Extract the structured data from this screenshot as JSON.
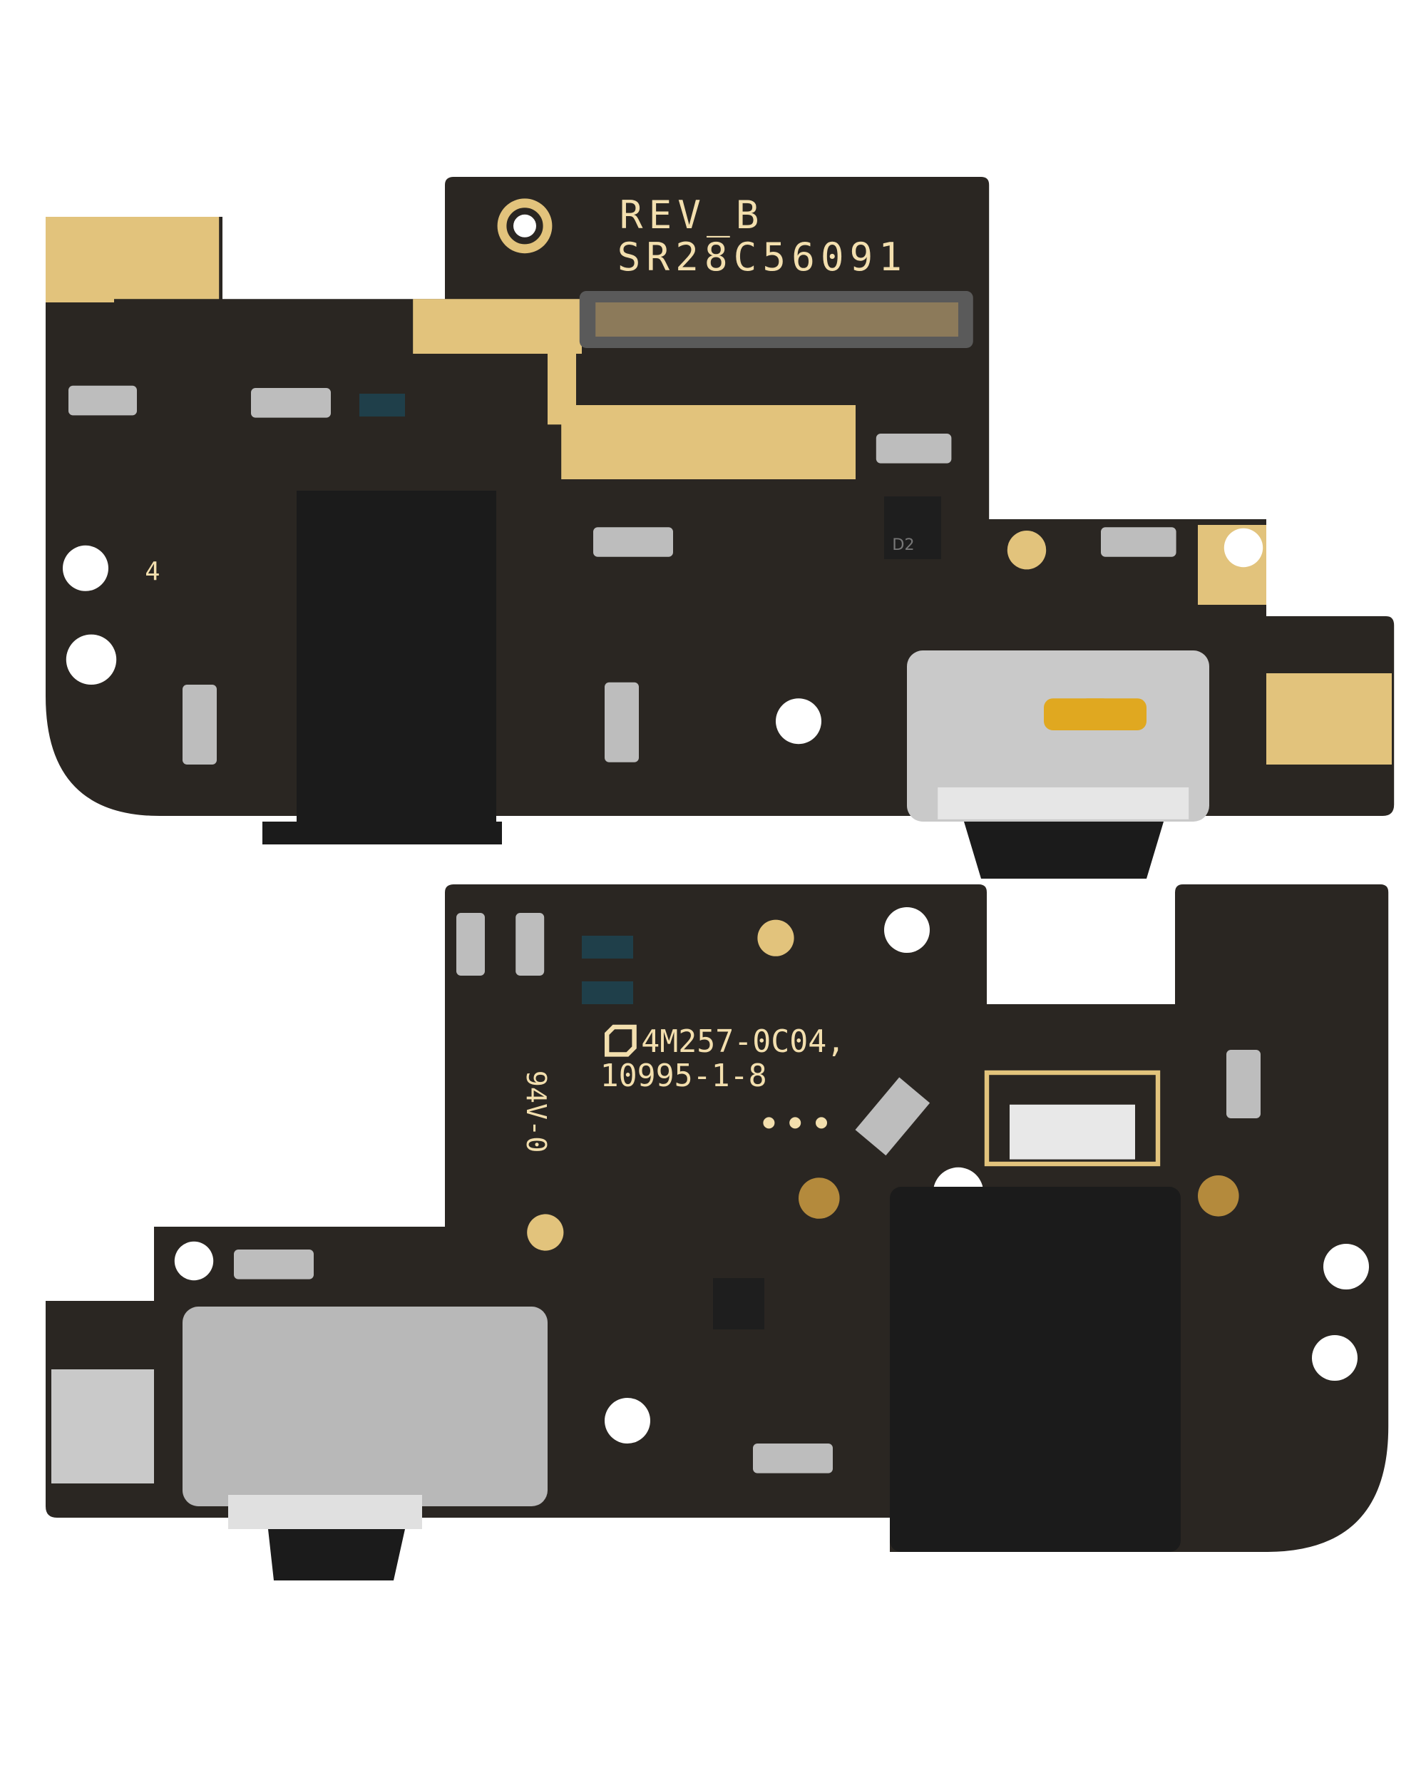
{
  "top_board": {
    "revision_label": "REV_B",
    "part_number": "SR28C56091",
    "marker_number": "4",
    "chip_marking": "D2"
  },
  "bottom_board": {
    "code_line_1": "4M257-0C04,",
    "code_line_2": "10995-1-8",
    "flammability_rating": "94V-0"
  },
  "colors": {
    "pcb": "#2a2622",
    "gold": "#e2c37c",
    "metal": "#c9c9c9",
    "jack": "#1b1b1b"
  }
}
